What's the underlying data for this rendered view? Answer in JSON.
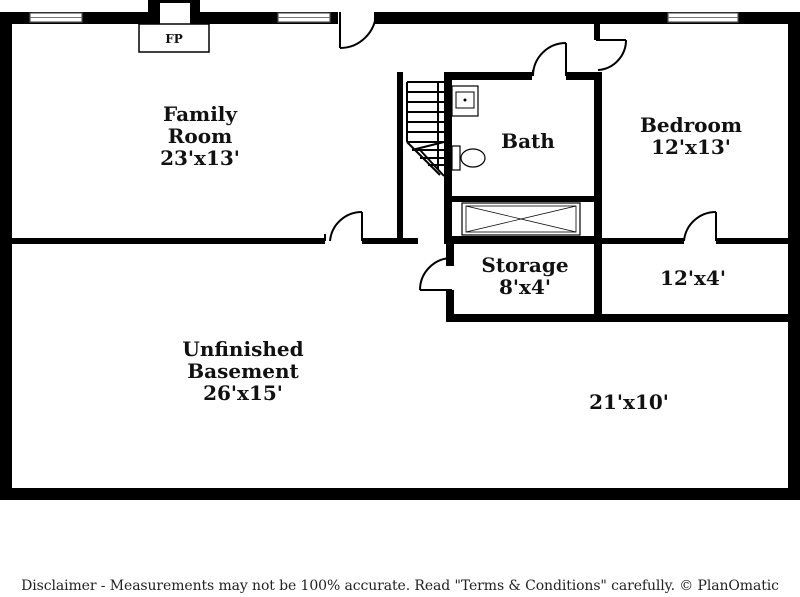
{
  "rooms": {
    "family_room": {
      "line1": "Family",
      "line2": "Room",
      "dims": "23'x13'"
    },
    "bath": {
      "name": "Bath"
    },
    "bedroom": {
      "name": "Bedroom",
      "dims": "12'x13'"
    },
    "storage": {
      "name": "Storage",
      "dims": "8'x4'"
    },
    "closet": {
      "dims": "12'x4'"
    },
    "unfinished": {
      "line1": "Unfinished",
      "line2": "Basement",
      "dims": "26'x15'"
    },
    "unfinished_right": {
      "dims": "21'x10'"
    }
  },
  "fireplace": {
    "label": "FP"
  },
  "disclaimer": "Disclaimer - Measurements may not be 100% accurate. Read \"Terms & Conditions\" carefully. © PlanOmatic"
}
